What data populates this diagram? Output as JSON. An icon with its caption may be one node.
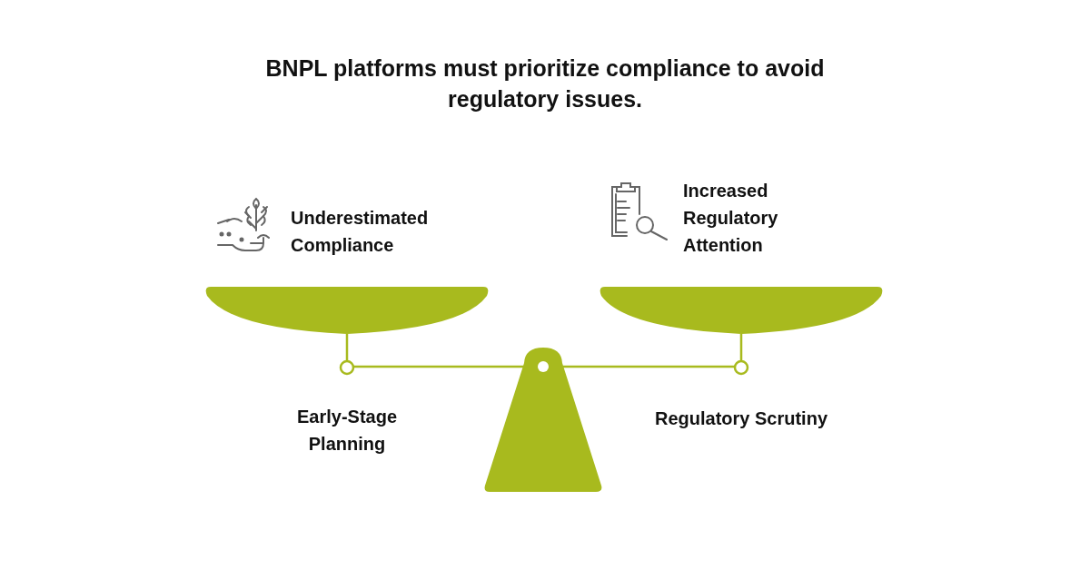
{
  "diagram": {
    "title": "BNPL platforms must prioritize compliance to avoid regulatory issues.",
    "labels": [
      "Underestimated Compliance",
      "Increased Regulatory Attention",
      "Early-Stage Planning",
      "Regulatory Scrutiny"
    ]
  }
}
